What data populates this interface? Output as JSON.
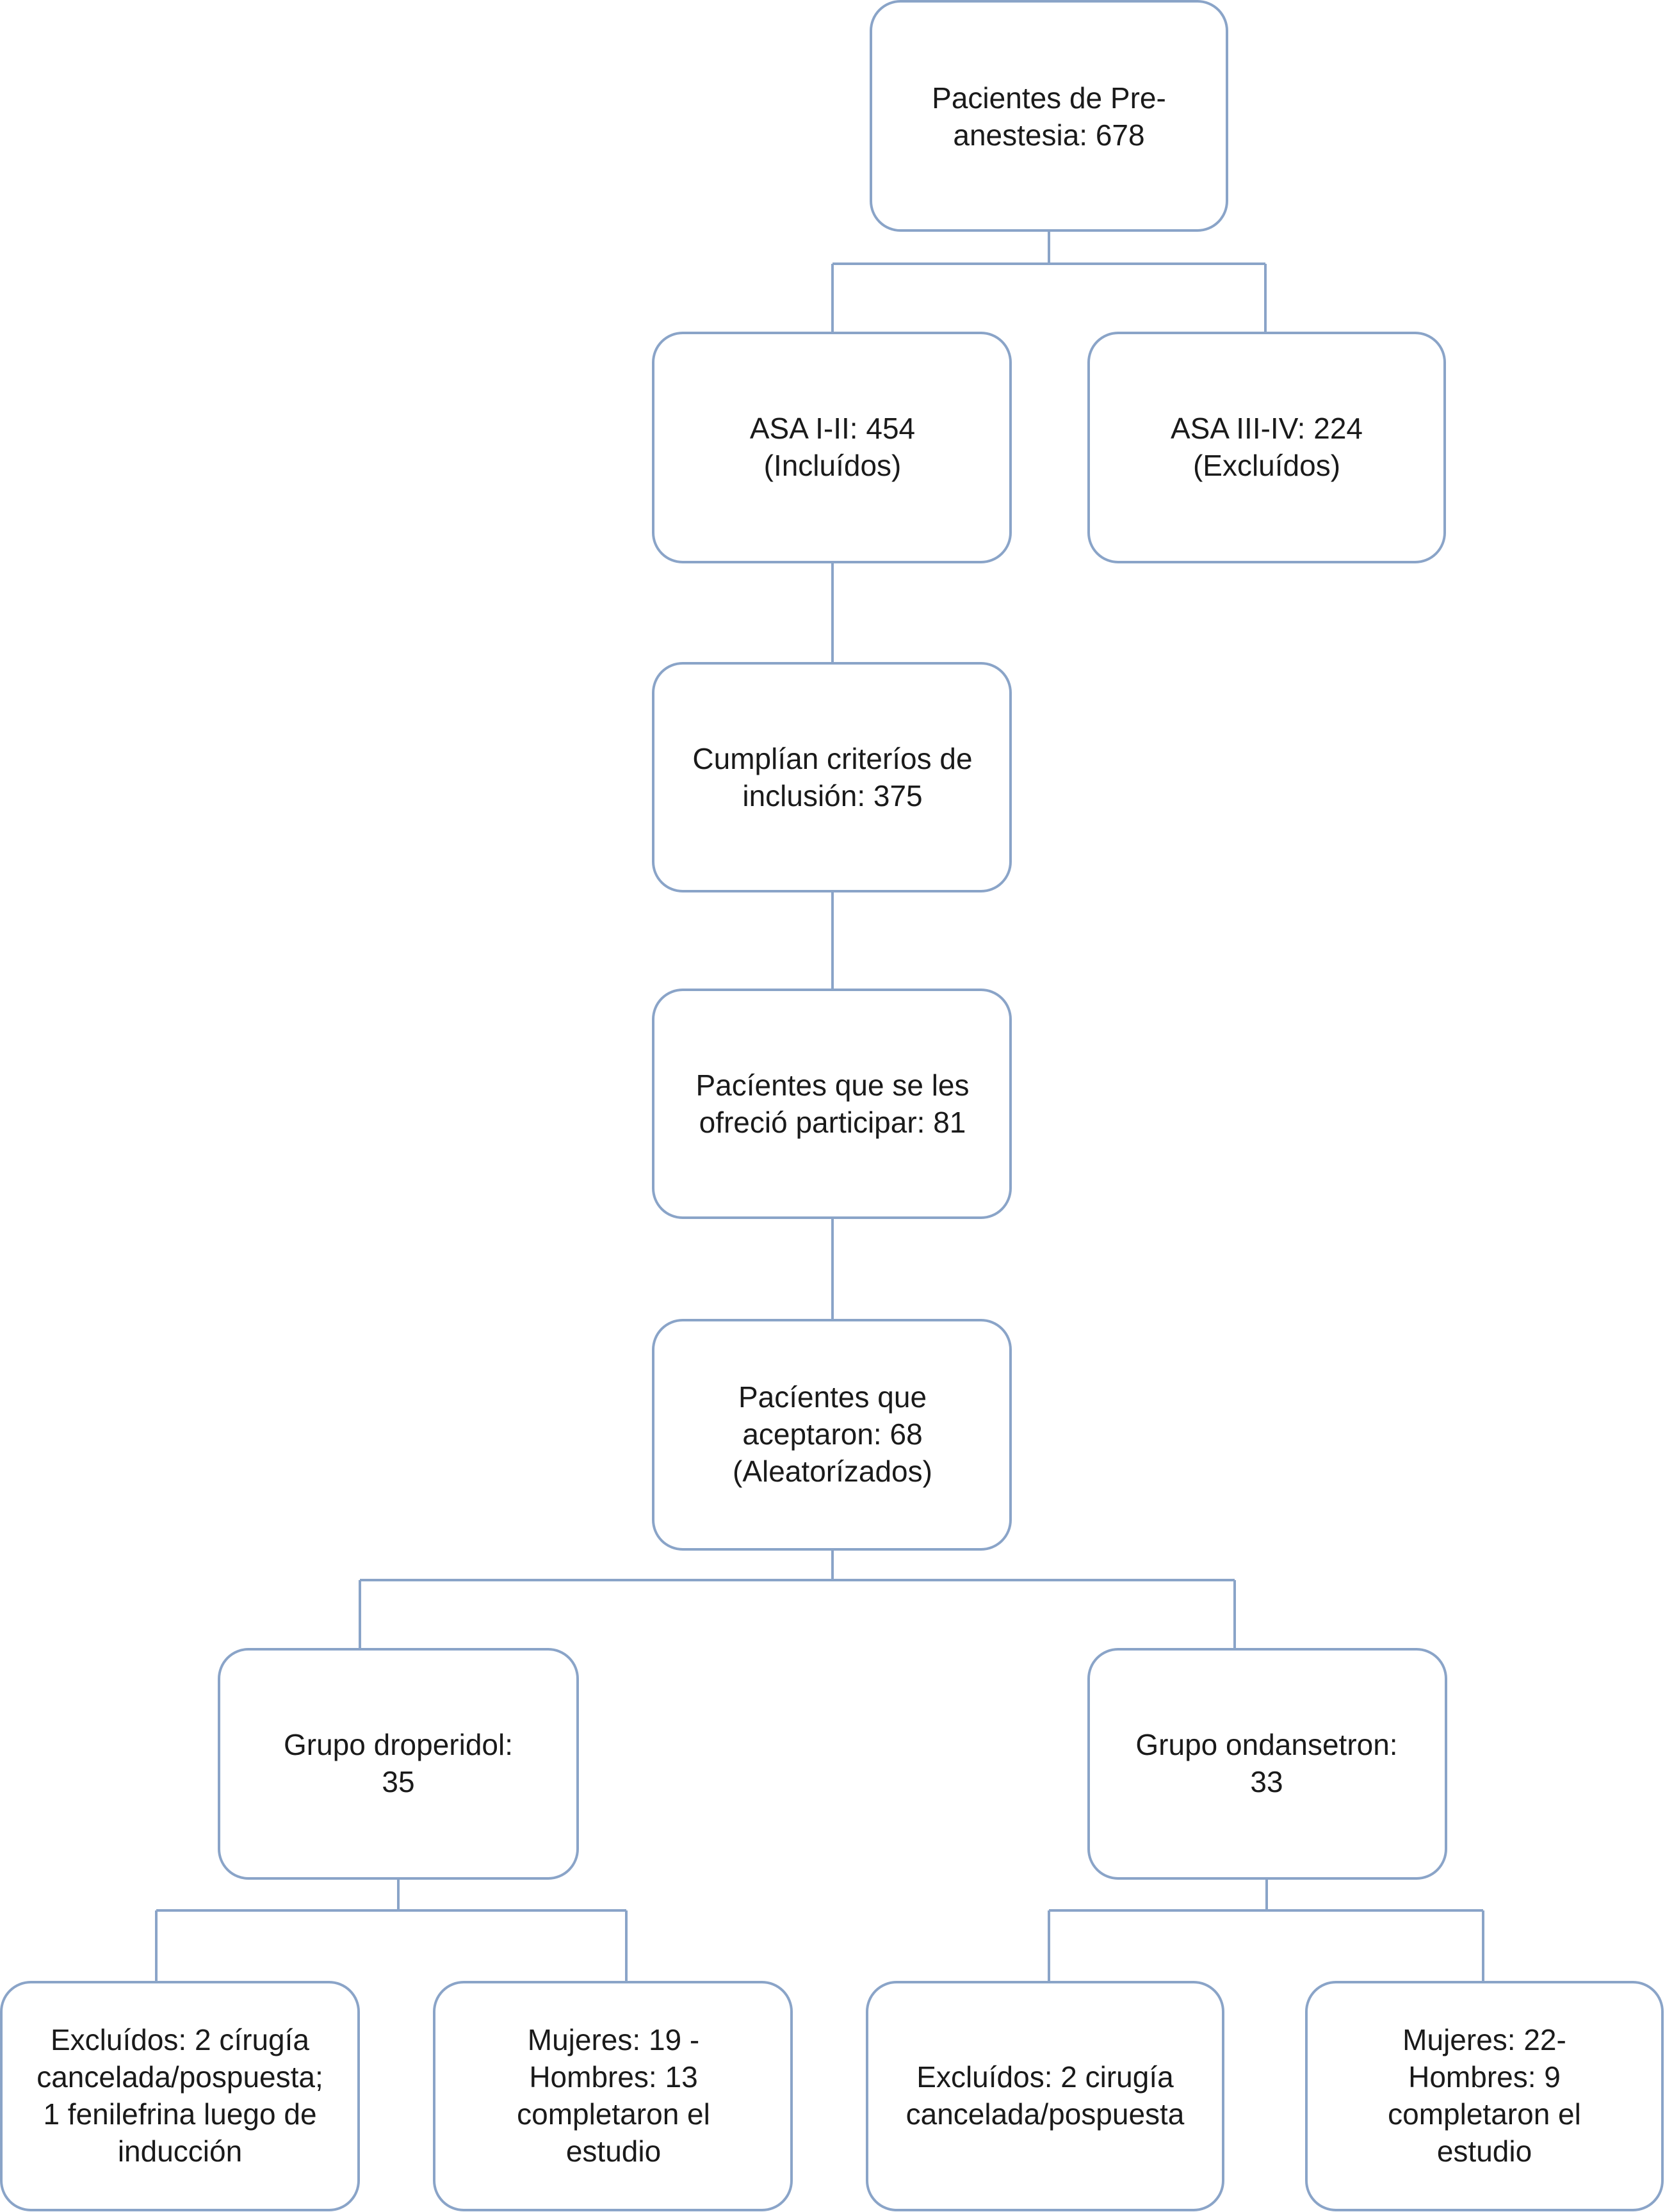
{
  "accent_color": "#8aa4c8",
  "nodes": [
    {
      "id": "preanestesia",
      "lines": [
        "Pacientes de Pre-",
        "anestesia: 678"
      ]
    },
    {
      "id": "asa-i-ii",
      "lines": [
        "ASA I-II: 454",
        "(Incluídos)"
      ]
    },
    {
      "id": "asa-iii-iv",
      "lines": [
        "ASA III-IV: 224",
        "(Excluídos)"
      ]
    },
    {
      "id": "criterios",
      "lines": [
        "Cumplían criteríos de",
        "inclusión: 375"
      ]
    },
    {
      "id": "ofrecio",
      "lines": [
        "Pacíentes que se les",
        "ofreció participar: 81"
      ]
    },
    {
      "id": "aceptaron",
      "lines": [
        "Pacíentes que",
        "aceptaron: 68",
        "(Aleatorízados)"
      ]
    },
    {
      "id": "droperidol",
      "lines": [
        "Grupo droperidol:",
        "35"
      ]
    },
    {
      "id": "ondansetron",
      "lines": [
        "Grupo ondansetron:",
        "33"
      ]
    },
    {
      "id": "droperidol-excluidos",
      "lines": [
        "Excluídos: 2 círugía",
        "cancelada/pospuesta;",
        "1 fenilefrina luego de",
        "inducción"
      ]
    },
    {
      "id": "droperidol-completaron",
      "lines": [
        "Mujeres: 19 -",
        "Hombres: 13",
        "completaron el",
        "estudio"
      ]
    },
    {
      "id": "ondansetron-excluidos",
      "lines": [
        "Excluídos: 2 cirugía",
        "cancelada/pospuesta"
      ]
    },
    {
      "id": "ondansetron-completaron",
      "lines": [
        "Mujeres: 22-",
        "Hombres: 9",
        "completaron el",
        "estudio"
      ]
    }
  ]
}
